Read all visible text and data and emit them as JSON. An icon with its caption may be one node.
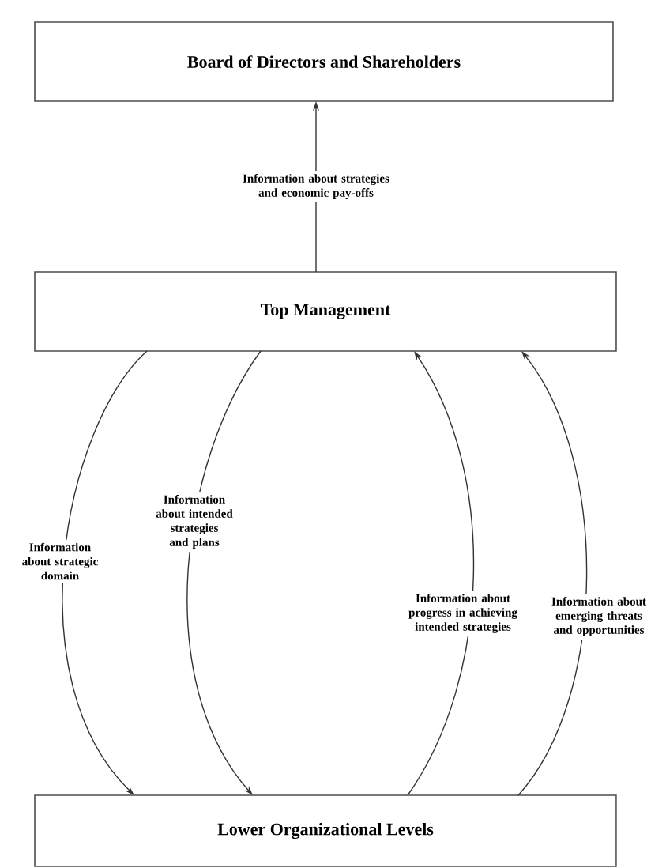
{
  "diagram": {
    "nodes": [
      {
        "text": [
          "Board of Directors and Shareholders"
        ]
      },
      {
        "text": [
          "Top Management"
        ]
      },
      {
        "text": [
          "Lower Organizational Levels"
        ]
      }
    ],
    "edges": [
      {
        "from": 1,
        "to": 0,
        "arrow": "to",
        "label": "Information about strategies and economic pay-offs"
      },
      {
        "from": 1,
        "to": 2,
        "arrow": "to",
        "label": "Information about strategic domain"
      },
      {
        "from": 1,
        "to": 2,
        "arrow": "to",
        "label": "Information about intended strategies and plans"
      },
      {
        "from": 2,
        "to": 1,
        "arrow": "to",
        "label": "Information about progress in achieving intended strategies"
      },
      {
        "from": 2,
        "to": 1,
        "arrow": "to",
        "label": "Information about emerging threats and opportunities"
      }
    ]
  }
}
